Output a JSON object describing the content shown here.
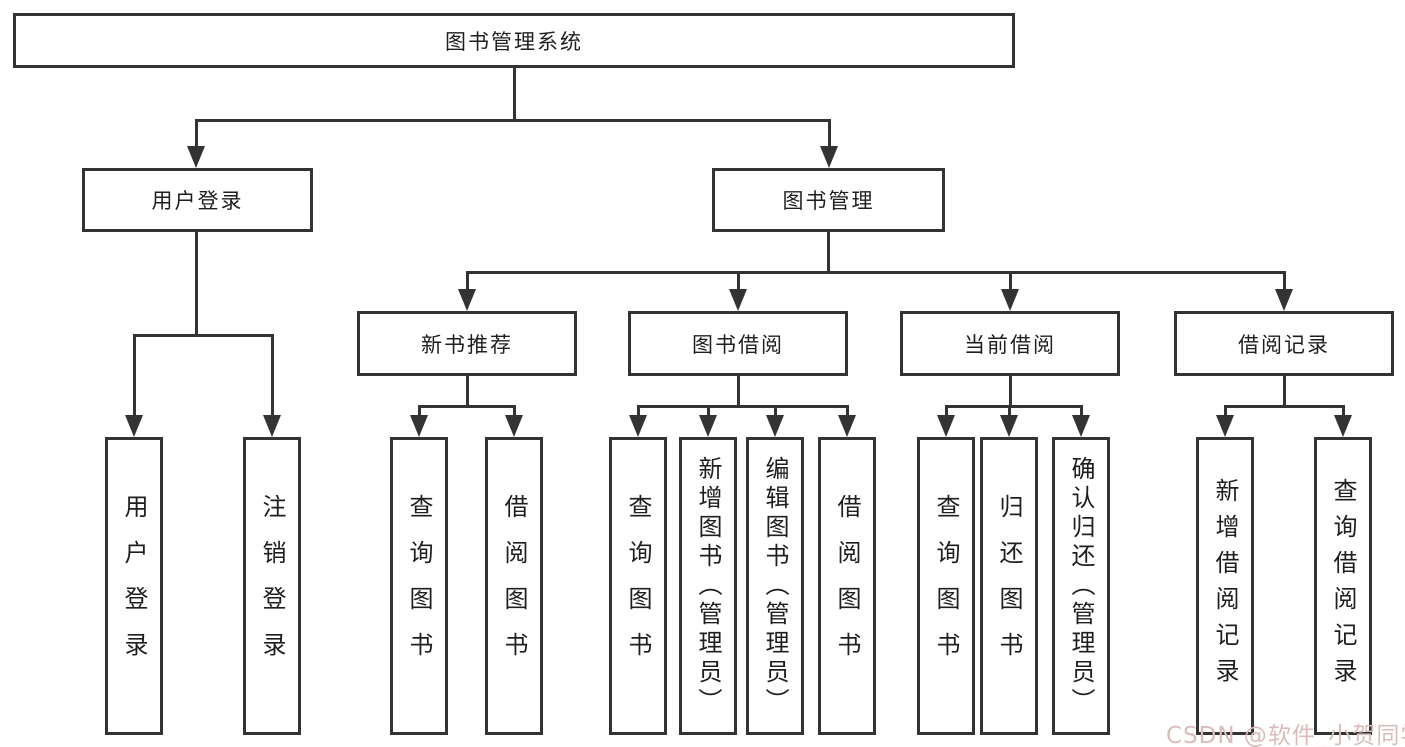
{
  "diagram": {
    "title": "图书管理系统",
    "level2": [
      {
        "label": "用户登录"
      },
      {
        "label": "图书管理"
      }
    ],
    "level3": [
      {
        "label": "新书推荐"
      },
      {
        "label": "图书借阅"
      },
      {
        "label": "当前借阅"
      },
      {
        "label": "借阅记录"
      }
    ],
    "leaves": {
      "user_login": [
        "用户登录",
        "注销登录"
      ],
      "new_book": [
        "查询图书",
        "借阅图书"
      ],
      "book_borrow": [
        "查询图书",
        "新增图书（管理员）",
        "编辑图书（管理员）",
        "借阅图书"
      ],
      "current_borrow": [
        "查询图书",
        "归还图书",
        "确认归还（管理员）"
      ],
      "borrow_record": [
        "新增借阅记录",
        "查询借阅记录"
      ]
    }
  },
  "watermark": {
    "text": "CSDN @软件_小贺同学"
  },
  "colors": {
    "line": "#333333",
    "text": "#1f1f1f",
    "watermark": "#d9bcbc",
    "background": "#ffffff"
  }
}
